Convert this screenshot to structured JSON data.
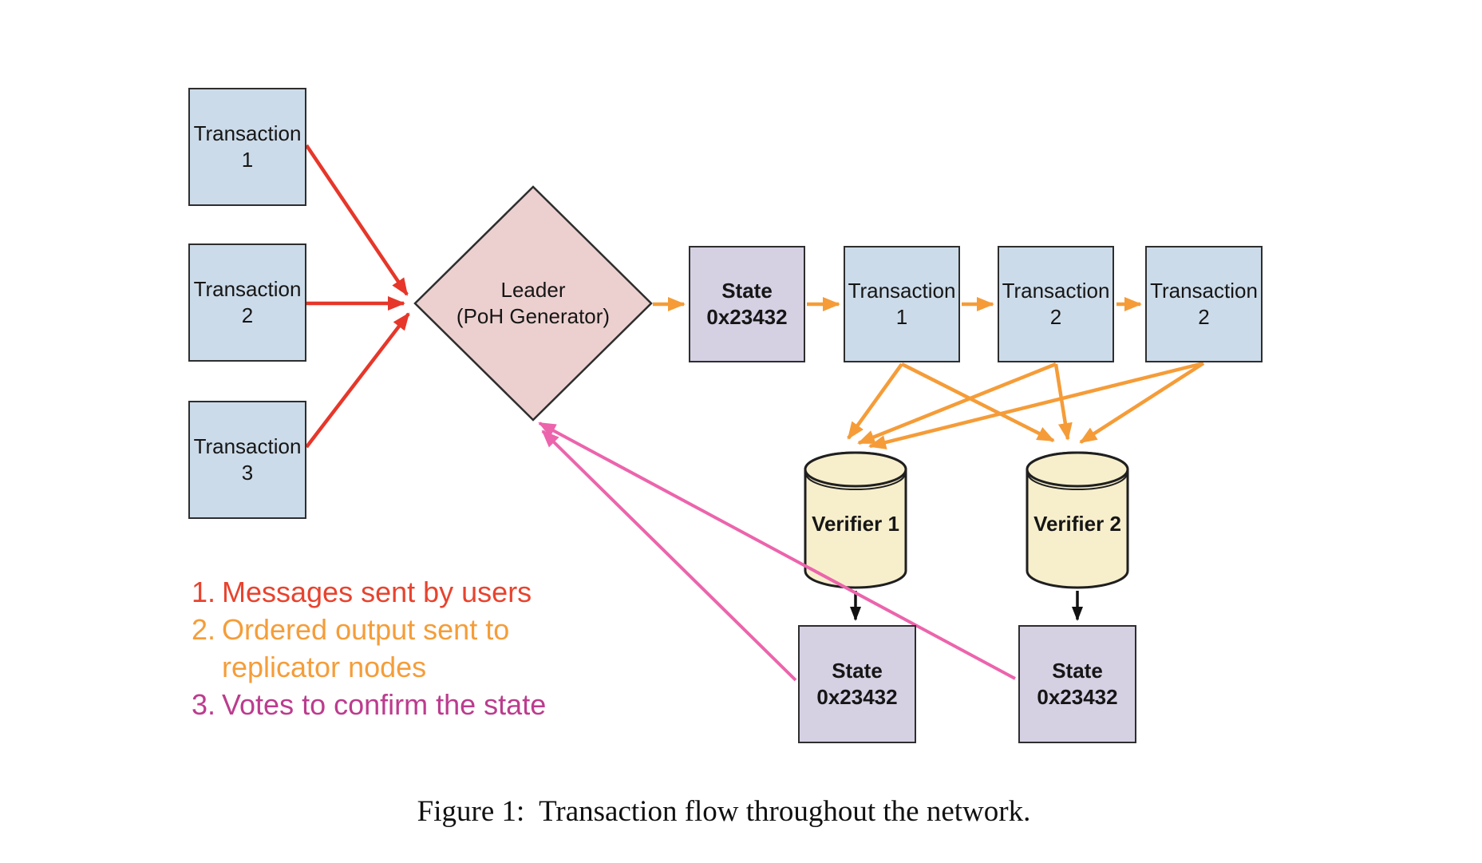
{
  "page": {
    "background": "#ffffff",
    "caption": "Figure 1:  Transaction flow throughout the network."
  },
  "colors": {
    "transaction_box_fill": "#ccdbe9",
    "leader_diamond_fill": "#ecd0cf",
    "state_box_fill": "#d6d0e3",
    "verifier_cylinder_fill": "#f7efcc",
    "box_border": "#2e2e2e",
    "arrow_red": "#e6372a",
    "arrow_orange": "#f59c38",
    "arrow_pink": "#ec64ac",
    "arrow_black": "#111111",
    "legend_red": "#e8432e",
    "legend_orange": "#f59d39",
    "legend_magenta": "#bc3c8e"
  },
  "nodes": {
    "user_transactions": [
      {
        "line1": "Transaction",
        "line2": "1"
      },
      {
        "line1": "Transaction",
        "line2": "2"
      },
      {
        "line1": "Transaction",
        "line2": "3"
      }
    ],
    "leader": {
      "line1": "Leader",
      "line2": "(PoH Generator)"
    },
    "sequence": [
      {
        "line1": "State",
        "line2": "0x23432"
      },
      {
        "line1": "Transaction",
        "line2": "1"
      },
      {
        "line1": "Transaction",
        "line2": "2"
      },
      {
        "line1": "Transaction",
        "line2": "2"
      }
    ],
    "verifiers": [
      {
        "label": "Verifier 1"
      },
      {
        "label": "Verifier 2"
      }
    ],
    "verifier_states": [
      {
        "line1": "State",
        "line2": "0x23432"
      },
      {
        "line1": "State",
        "line2": "0x23432"
      }
    ]
  },
  "legend": {
    "items": [
      {
        "number": "1.",
        "lines": [
          "Messages sent by users"
        ]
      },
      {
        "number": "2.",
        "lines": [
          "Ordered output sent to",
          "replicator nodes"
        ]
      },
      {
        "number": "3.",
        "lines": [
          "Votes to confirm the state"
        ]
      }
    ]
  }
}
